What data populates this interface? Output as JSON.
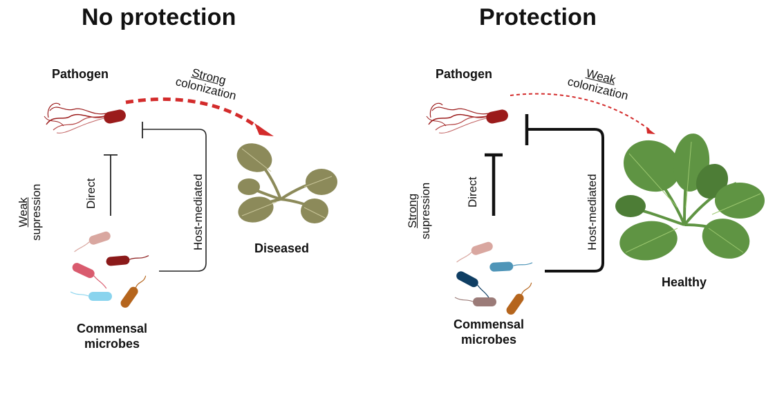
{
  "panels": [
    {
      "id": "no-protection",
      "title": "No protection",
      "pathogen_label": "Pathogen",
      "colonization": {
        "strength": "Strong",
        "word": "colonization"
      },
      "suppression": {
        "strength": "Weak",
        "word": "supression"
      },
      "direct_label": "Direct",
      "host_label": "Host-mediated",
      "commensal_label_line1": "Commensal",
      "commensal_label_line2": "microbes",
      "plant_state": "Diseased",
      "plant_icon": "wilted-plant-icon",
      "colors": {
        "plant": "#8c8a5a",
        "plant_vein": "#c9c69a",
        "commensals": [
          "#d9a7a0",
          "#8b1a1a",
          "#d95b6e",
          "#8ad4ee",
          "#b5651d"
        ]
      }
    },
    {
      "id": "protection",
      "title": "Protection",
      "pathogen_label": "Pathogen",
      "colonization": {
        "strength": "Weak",
        "word": "colonization"
      },
      "suppression": {
        "strength": "Strong",
        "word": "supression"
      },
      "direct_label": "Direct",
      "host_label": "Host-mediated",
      "commensal_label_line1": "Commensal",
      "commensal_label_line2": "microbes",
      "plant_state": "Healthy",
      "plant_icon": "healthy-plant-icon",
      "colors": {
        "plant": "#5f9443",
        "plant_vein": "#9cc870",
        "commensals": [
          "#d9a7a0",
          "#4f95b8",
          "#0f3e63",
          "#9b7b78",
          "#b5651d"
        ]
      }
    }
  ],
  "colors": {
    "pathogen": "#9b1b1b",
    "arrow": "#d32b2b",
    "inhibit": "#111111"
  }
}
